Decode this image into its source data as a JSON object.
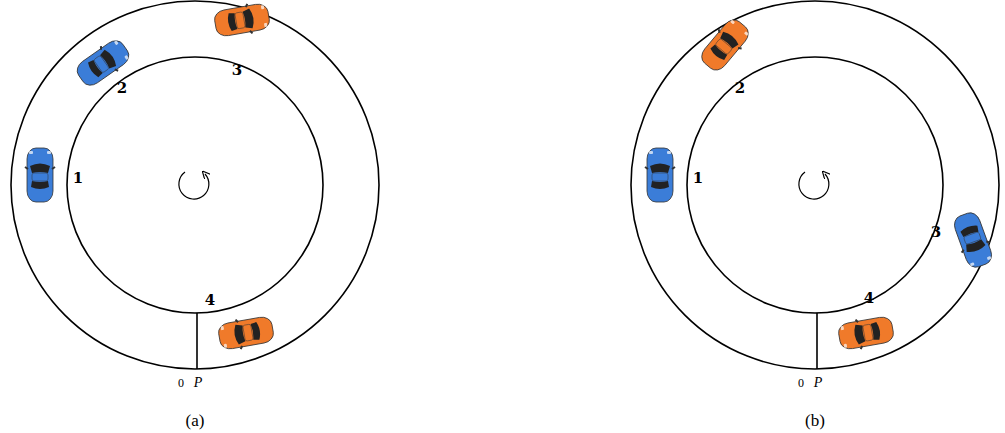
{
  "diagram": {
    "labels": [
      "2",
      "3",
      "1",
      "4",
      "0",
      "P",
      "(a)",
      "2",
      "1",
      "3",
      "4",
      "0",
      "P",
      "(b)"
    ]
  }
}
